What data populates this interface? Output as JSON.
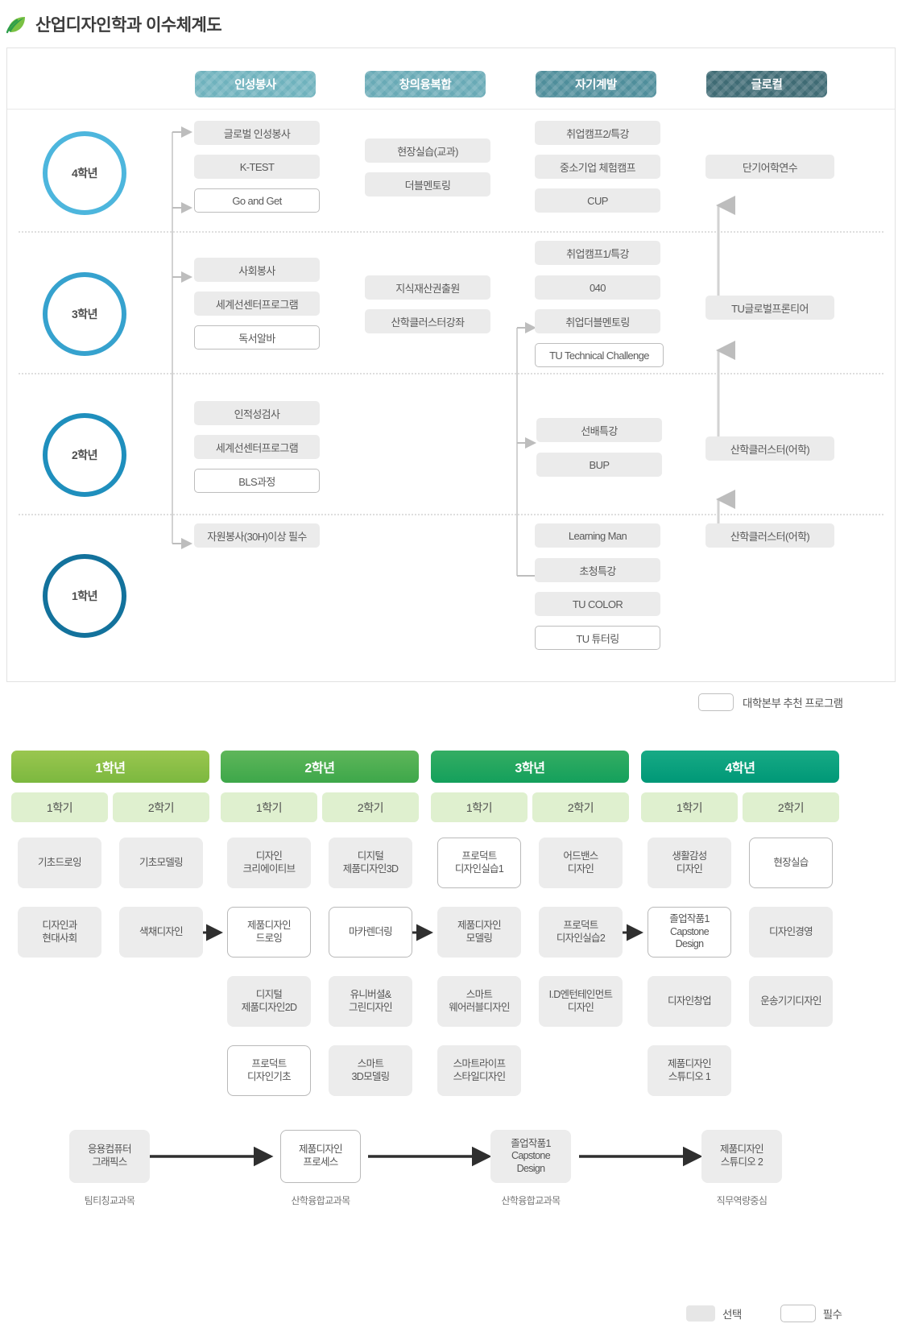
{
  "header": {
    "title": "산업디자인학과 이수체계도",
    "icon": "leaf-icon"
  },
  "roadmap": {
    "categories": [
      {
        "label": "인성봉사",
        "color": "#6fb2bd"
      },
      {
        "label": "창의융복합",
        "color": "#69aab6"
      },
      {
        "label": "자기계발",
        "color": "#4f8e9b"
      },
      {
        "label": "글로컬",
        "color": "#3f6b74"
      }
    ],
    "years": [
      {
        "label": "4학년",
        "color": "#4db6dd"
      },
      {
        "label": "3학년",
        "color": "#36a2ce"
      },
      {
        "label": "2학년",
        "color": "#1f8fbd"
      },
      {
        "label": "1학년",
        "color": "#13729c"
      }
    ],
    "programs": {
      "y4": {
        "인성봉사": [
          {
            "label": "글로벌 인성봉사",
            "style": "fill"
          },
          {
            "label": "K-TEST",
            "style": "fill"
          },
          {
            "label": "Go and Get",
            "style": "outline"
          }
        ],
        "창의융복합": [
          {
            "label": "현장실습(교과)",
            "style": "fill"
          },
          {
            "label": "더블멘토링",
            "style": "fill"
          }
        ],
        "자기계발": [
          {
            "label": "취업캠프2/특강",
            "style": "fill"
          },
          {
            "label": "중소기업 체험캠프",
            "style": "fill"
          },
          {
            "label": "CUP",
            "style": "fill"
          }
        ],
        "글로컬": [
          {
            "label": "단기어학연수",
            "style": "fill"
          }
        ]
      },
      "y3": {
        "인성봉사": [
          {
            "label": "사회봉사",
            "style": "fill"
          },
          {
            "label": "세계선센터프로그램",
            "style": "fill"
          },
          {
            "label": "독서알바",
            "style": "outline"
          }
        ],
        "창의융복합": [
          {
            "label": "지식재산권출원",
            "style": "fill"
          },
          {
            "label": "산학클러스터강좌",
            "style": "fill"
          }
        ],
        "자기계발": [
          {
            "label": "취업캠프1/특강",
            "style": "fill"
          },
          {
            "label": "040",
            "style": "fill"
          },
          {
            "label": "취업더블멘토링",
            "style": "fill"
          },
          {
            "label": "TU Technical Challenge",
            "style": "outline"
          }
        ],
        "글로컬": [
          {
            "label": "TU글로벌프론티어",
            "style": "fill"
          }
        ]
      },
      "y2": {
        "인성봉사": [
          {
            "label": "인적성검사",
            "style": "fill"
          },
          {
            "label": "세계선센터프로그램",
            "style": "fill"
          },
          {
            "label": "BLS과정",
            "style": "outline"
          }
        ],
        "창의융복합": [],
        "자기계발": [
          {
            "label": "선배특강",
            "style": "fill"
          },
          {
            "label": "BUP",
            "style": "fill"
          }
        ],
        "글로컬": [
          {
            "label": "산학클러스터(어학)",
            "style": "fill"
          }
        ]
      },
      "y1": {
        "인성봉사": [
          {
            "label": "자원봉사(30H)이상 필수",
            "style": "fill"
          }
        ],
        "창의융복합": [],
        "자기계발": [
          {
            "label": "Learning Man",
            "style": "fill"
          },
          {
            "label": "초청특강",
            "style": "fill"
          },
          {
            "label": "TU COLOR",
            "style": "fill"
          },
          {
            "label": "TU 튜터링",
            "style": "outline"
          }
        ],
        "글로컬": [
          {
            "label": "산학클러스터(어학)",
            "style": "fill"
          }
        ]
      }
    },
    "legend": {
      "outline_label": "대학본부 추천 프로그램"
    }
  },
  "curriculum": {
    "year_headers": [
      "1학년",
      "2학년",
      "3학년",
      "4학년"
    ],
    "semester_headers": [
      "1학기",
      "2학기",
      "1학기",
      "2학기",
      "1학기",
      "2학기",
      "1학기",
      "2학기"
    ],
    "columns": [
      {
        "year": "1학년",
        "semester": "1학기",
        "courses": [
          {
            "label": "기초드로잉",
            "style": "fill"
          },
          {
            "label": "디자인과\n현대사회",
            "style": "fill"
          }
        ]
      },
      {
        "year": "1학년",
        "semester": "2학기",
        "courses": [
          {
            "label": "기초모델링",
            "style": "fill"
          },
          {
            "label": "색채디자인",
            "style": "fill"
          }
        ]
      },
      {
        "year": "2학년",
        "semester": "1학기",
        "courses": [
          {
            "label": "디자인\n크리에이티브",
            "style": "fill"
          },
          {
            "label": "제품디자인\n드로잉",
            "style": "outline"
          },
          {
            "label": "디지털\n제품디자인2D",
            "style": "fill"
          },
          {
            "label": "프로덕트\n디자인기초",
            "style": "outline"
          }
        ]
      },
      {
        "year": "2학년",
        "semester": "2학기",
        "courses": [
          {
            "label": "디지털\n제품디자인3D",
            "style": "fill"
          },
          {
            "label": "마카렌더링",
            "style": "outline"
          },
          {
            "label": "유니버셜&\n그린디자인",
            "style": "fill"
          },
          {
            "label": "스마트\n3D모델링",
            "style": "fill"
          }
        ]
      },
      {
        "year": "3학년",
        "semester": "1학기",
        "courses": [
          {
            "label": "프로덕트\n디자인실습1",
            "style": "outline"
          },
          {
            "label": "제품디자인\n모델링",
            "style": "fill"
          },
          {
            "label": "스마트\n웨어러블디자인",
            "style": "fill"
          },
          {
            "label": "스마트라이프\n스타일디자인",
            "style": "fill"
          }
        ]
      },
      {
        "year": "3학년",
        "semester": "2학기",
        "courses": [
          {
            "label": "어드밴스\n디자인",
            "style": "fill"
          },
          {
            "label": "프로덕트\n디자인실습2",
            "style": "fill"
          },
          {
            "label": "I.D엔턴테인먼트\n디자인",
            "style": "fill"
          }
        ]
      },
      {
        "year": "4학년",
        "semester": "1학기",
        "courses": [
          {
            "label": "생활감성\n디자인",
            "style": "fill"
          },
          {
            "label": "졸업작품1\nCapstone\nDesign",
            "style": "outline"
          },
          {
            "label": "디자인창업",
            "style": "fill"
          },
          {
            "label": "제품디자인\n스튜디오 1",
            "style": "fill"
          }
        ]
      },
      {
        "year": "4학년",
        "semester": "2학기",
        "courses": [
          {
            "label": "현장실습",
            "style": "outline"
          },
          {
            "label": "디자인경영",
            "style": "fill"
          },
          {
            "label": "운송기기디자인",
            "style": "fill"
          }
        ]
      }
    ],
    "flow": [
      {
        "label": "응용컴퓨터\n그래픽스",
        "style": "fill",
        "caption": "팀티칭교과목"
      },
      {
        "label": "제품디자인\n프로세스",
        "style": "outline",
        "caption": "산학융합교과목"
      },
      {
        "label": "졸업작품1\nCapstone\nDesign",
        "style": "fill",
        "caption": "산학융합교과목"
      },
      {
        "label": "제품디자인\n스튜디오 2",
        "style": "fill",
        "caption": "직무역량중심"
      }
    ],
    "legend": {
      "elective_label": "선택",
      "required_label": "필수"
    }
  }
}
